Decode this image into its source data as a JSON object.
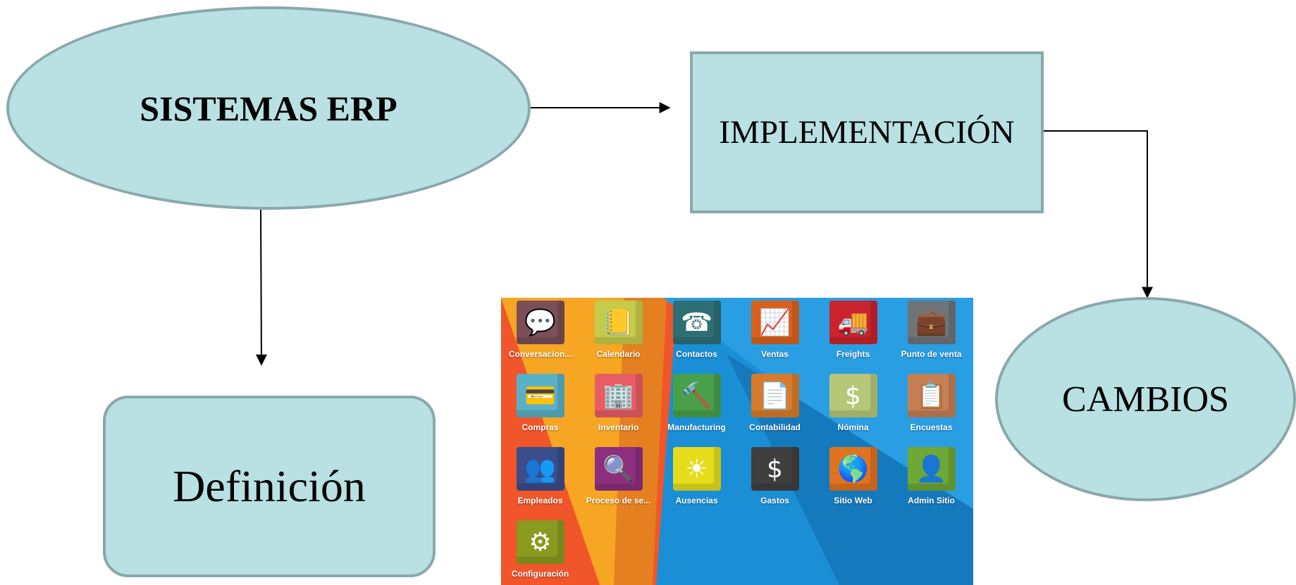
{
  "nodes": {
    "erp": "SISTEMAS ERP",
    "implementacion": "IMPLEMENTACIÓN",
    "cambios": "CAMBIOS",
    "definicion": "Definición"
  },
  "colors": {
    "node_fill": "#b9e0e3",
    "node_border": "#8aa8ab",
    "panel_blue": "#1a8fd6",
    "panel_orange": "#f0562a",
    "panel_yellow": "#f6a623"
  },
  "apps": [
    {
      "label": "Conversacion...",
      "icon": "chat-bubble-icon",
      "glyph": "💬",
      "color": "#7b4f57"
    },
    {
      "label": "Calendario",
      "icon": "notebook-icon",
      "glyph": "📒",
      "color": "#c5cb4a"
    },
    {
      "label": "Contactos",
      "icon": "contact-phone-icon",
      "glyph": "☎",
      "color": "#2e6f75"
    },
    {
      "label": "Ventas",
      "icon": "sales-chart-icon",
      "glyph": "📈",
      "color": "#d9611e"
    },
    {
      "label": "Freights",
      "icon": "truck-icon",
      "glyph": "🚚",
      "color": "#c9232e"
    },
    {
      "label": "Punto de venta",
      "icon": "briefcase-icon",
      "glyph": "💼",
      "color": "#6e7478"
    },
    {
      "label": "Compras",
      "icon": "credit-card-icon",
      "glyph": "💳",
      "color": "#59b1c7"
    },
    {
      "label": "Inventario",
      "icon": "warehouse-icon",
      "glyph": "🏢",
      "color": "#e85d65"
    },
    {
      "label": "Manufacturing",
      "icon": "hammer-icon",
      "glyph": "🔨",
      "color": "#48a04a"
    },
    {
      "label": "Contabilidad",
      "icon": "document-icon",
      "glyph": "📄",
      "color": "#d97b2a"
    },
    {
      "label": "Nómina",
      "icon": "payroll-icon",
      "glyph": "$",
      "color": "#b7c779"
    },
    {
      "label": "Encuestas",
      "icon": "survey-clipboard-icon",
      "glyph": "📋",
      "color": "#c57f55"
    },
    {
      "label": "Empleados",
      "icon": "employees-icon",
      "glyph": "👥",
      "color": "#3b4d8a"
    },
    {
      "label": "Proceso de se...",
      "icon": "search-person-icon",
      "glyph": "🔍",
      "color": "#8c2f7e"
    },
    {
      "label": "Ausencias",
      "icon": "sun-icon",
      "glyph": "☀",
      "color": "#e5dc1c"
    },
    {
      "label": "Gastos",
      "icon": "dollar-icon",
      "glyph": "$",
      "color": "#3f3f3f"
    },
    {
      "label": "Sitio Web",
      "icon": "globe-icon",
      "glyph": "🌎",
      "color": "#e0731f"
    },
    {
      "label": "Admin Sitio",
      "icon": "admin-user-icon",
      "glyph": "👤",
      "color": "#6ea836"
    },
    {
      "label": "Configuración",
      "icon": "gear-icon",
      "glyph": "⚙",
      "color": "#8a9a1e"
    }
  ]
}
